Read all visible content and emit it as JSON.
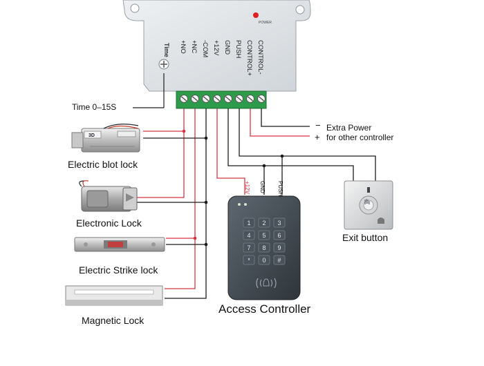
{
  "power_unit": {
    "power_label": "POWER",
    "time_label": "Time",
    "terminals": [
      "+NO",
      "+NC",
      "-COM",
      "+12V",
      "GND",
      "PUSH",
      "CONTROL+",
      "CONTROL-"
    ],
    "time_caption": "Time   0–15S"
  },
  "locks": [
    {
      "label": "Electric blot lock",
      "badge": "3D"
    },
    {
      "label": "Electronic Lock"
    },
    {
      "label": "Electric Strike lock"
    },
    {
      "label": "Magnetic Lock"
    }
  ],
  "extra_power": {
    "minus_sign": "−",
    "minus_text": "Extra Power",
    "plus_sign": "+",
    "plus_text": "for other controller"
  },
  "controller": {
    "label": "Access Controller",
    "wire_labels": [
      "+12V",
      "GND",
      "PUSH"
    ],
    "keys": [
      "1",
      "2",
      "3",
      "4",
      "5",
      "6",
      "7",
      "8",
      "9",
      "*",
      "0",
      "#"
    ]
  },
  "exit_button": {
    "label": "Exit button"
  },
  "colors": {
    "wire_red": "#d9333f",
    "wire_black": "#1a1a1a",
    "terminal_green": "#2e9b4a",
    "case_gray": "#dfe3e6"
  }
}
